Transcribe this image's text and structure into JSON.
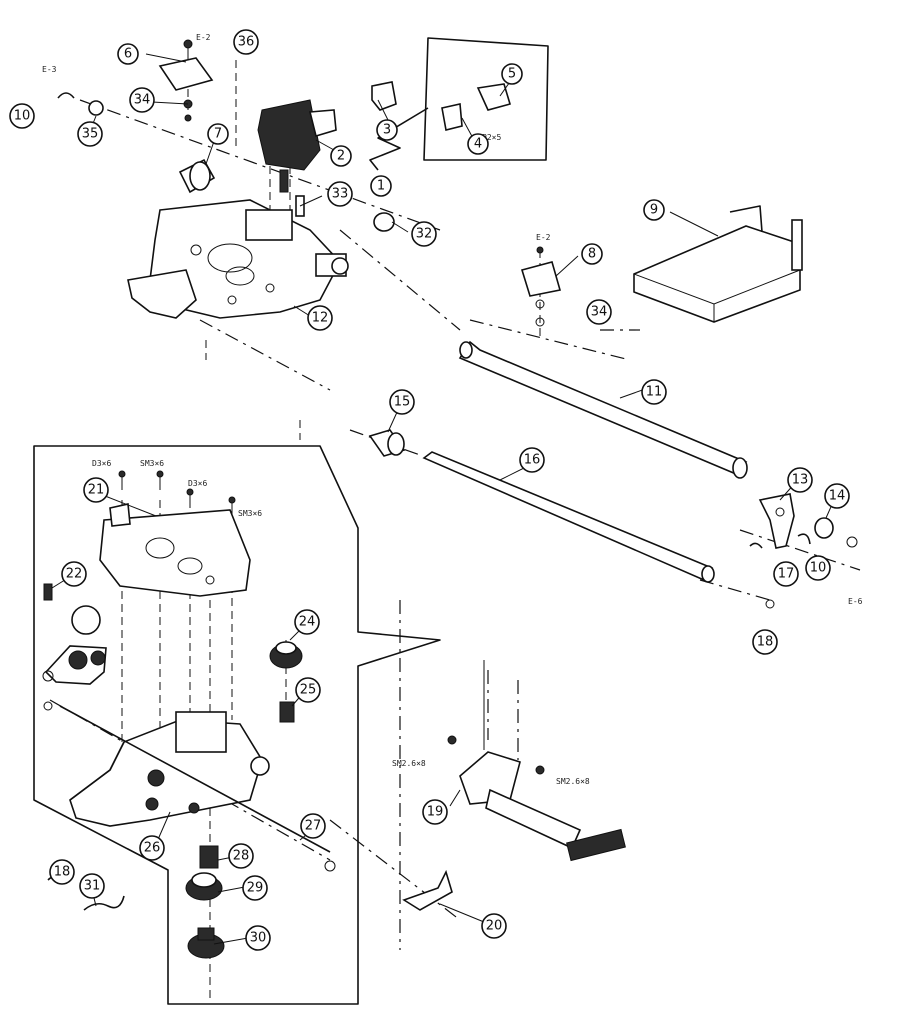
{
  "callouts": [
    {
      "id": "c1",
      "label": "1"
    },
    {
      "id": "c2",
      "label": "2"
    },
    {
      "id": "c3",
      "label": "3"
    },
    {
      "id": "c4",
      "label": "4"
    },
    {
      "id": "c5",
      "label": "5"
    },
    {
      "id": "c6",
      "label": "6"
    },
    {
      "id": "c7",
      "label": "7"
    },
    {
      "id": "c8",
      "label": "8"
    },
    {
      "id": "c9",
      "label": "9"
    },
    {
      "id": "c10a",
      "label": "10"
    },
    {
      "id": "c10b",
      "label": "10"
    },
    {
      "id": "c11",
      "label": "11"
    },
    {
      "id": "c12",
      "label": "12"
    },
    {
      "id": "c13",
      "label": "13"
    },
    {
      "id": "c14",
      "label": "14"
    },
    {
      "id": "c15",
      "label": "15"
    },
    {
      "id": "c16",
      "label": "16"
    },
    {
      "id": "c17",
      "label": "17"
    },
    {
      "id": "c18a",
      "label": "18"
    },
    {
      "id": "c18b",
      "label": "18"
    },
    {
      "id": "c19",
      "label": "19"
    },
    {
      "id": "c20",
      "label": "20"
    },
    {
      "id": "c21",
      "label": "21"
    },
    {
      "id": "c22",
      "label": "22"
    },
    {
      "id": "c24",
      "label": "24"
    },
    {
      "id": "c25",
      "label": "25"
    },
    {
      "id": "c26",
      "label": "26"
    },
    {
      "id": "c27",
      "label": "27"
    },
    {
      "id": "c28",
      "label": "28"
    },
    {
      "id": "c29",
      "label": "29"
    },
    {
      "id": "c30",
      "label": "30"
    },
    {
      "id": "c31",
      "label": "31"
    },
    {
      "id": "c32",
      "label": "32"
    },
    {
      "id": "c33",
      "label": "33"
    },
    {
      "id": "c34a",
      "label": "34"
    },
    {
      "id": "c34b",
      "label": "34"
    },
    {
      "id": "c35",
      "label": "35"
    },
    {
      "id": "c36",
      "label": "36"
    }
  ],
  "screw_tags": {
    "e2_top": "E-2",
    "e3_left": "E-3",
    "p2x5": "P2×5",
    "e2_mid": "E-2",
    "d3x6_a": "D3×6",
    "sm3x6_a": "SM3×6",
    "d3x6_b": "D3×6",
    "sm3x6_b": "SM3×6",
    "sm2x6_a": "SM2.6×8",
    "sm2x6_b": "SM2.6×8",
    "e_right": "E-6"
  }
}
